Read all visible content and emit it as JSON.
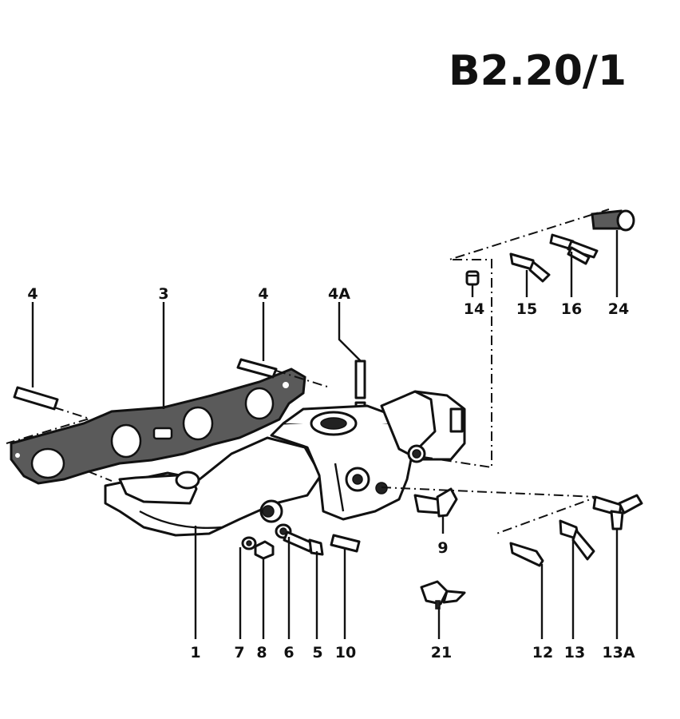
{
  "page_code": "B2.20/1",
  "callouts": {
    "c1": "1",
    "c3": "3",
    "c4_left": "4",
    "c4_right": "4",
    "c4a": "4A",
    "c5": "5",
    "c6": "6",
    "c7": "7",
    "c8": "8",
    "c9": "9",
    "c10": "10",
    "c12": "12",
    "c13": "13",
    "c13a": "13A",
    "c14": "14",
    "c15": "15",
    "c16": "16",
    "c21": "21",
    "c24": "24"
  }
}
